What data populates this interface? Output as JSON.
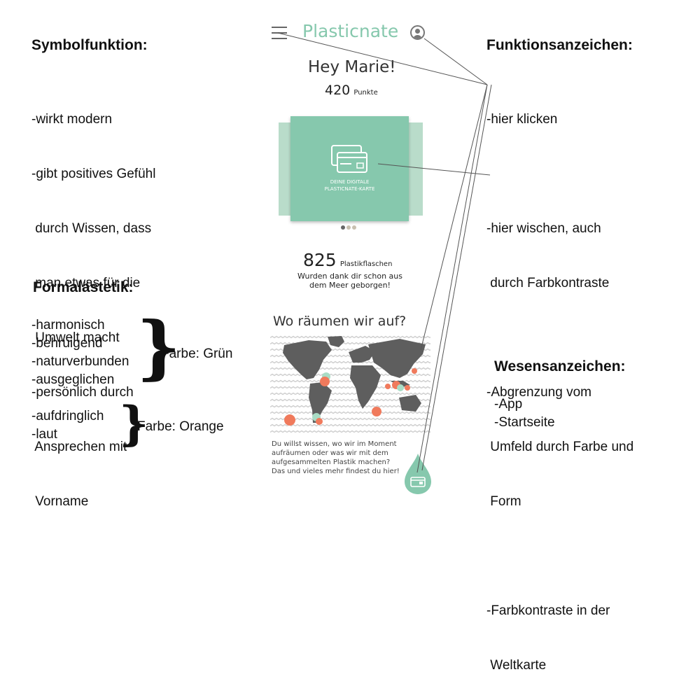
{
  "app": {
    "brand": "Plasticnate",
    "greeting": "Hey Marie!",
    "points_value": "420",
    "points_label": "Punkte",
    "card_line1": "DEINE DIGITALE",
    "card_line2": "PLASTICNATE-KARTE",
    "bottles_value": "825",
    "bottles_label": "Plastikflaschen",
    "bottles_sub1": "Wurden dank dir schon aus",
    "bottles_sub2": "dem Meer geborgen!",
    "map_title": "Wo räumen wir auf?",
    "info1": "Du willst wissen, wo wir im Moment",
    "info2": "aufräumen oder was wir mit dem",
    "info3": "aufgesammelten Plastik machen?",
    "info4": "Das und vieles mehr findest du hier!",
    "colors": {
      "green": "#86c8ad",
      "orange": "#f07a5c",
      "map": "#5e5e5e"
    }
  },
  "left": {
    "symbol_heading": "Symbolfunktion:",
    "symbol_lines": [
      "-wirkt modern",
      "-gibt positives Gefühl",
      " durch Wissen, dass",
      " man etwas für die",
      " Umwelt macht",
      "-persönlich durch",
      " Ansprechen mit",
      " Vorname"
    ],
    "formal_heading": "Formalästetik:",
    "formal_green_lines": [
      "-harmonisch",
      "-behruigend",
      "-naturverbunden",
      "-ausgeglichen"
    ],
    "formal_green_label": "Farbe: Grün",
    "formal_orange_lines": [
      "-aufdringlich",
      "-laut"
    ],
    "formal_orange_label": "Farbe: Orange"
  },
  "right": {
    "funktion_heading": "Funktionsanzeichen:",
    "funktion_lines": [
      "-hier klicken",
      "",
      "-hier wischen, auch",
      " durch Farbkontraste",
      "",
      "-Abgrenzung vom",
      " Umfeld durch Farbe und",
      " Form",
      "",
      "-Farbkontraste in der",
      " Weltkarte"
    ],
    "wesen_heading": "Wesensanzeichen:",
    "wesen_lines": [
      "-App",
      "-Startseite"
    ]
  }
}
